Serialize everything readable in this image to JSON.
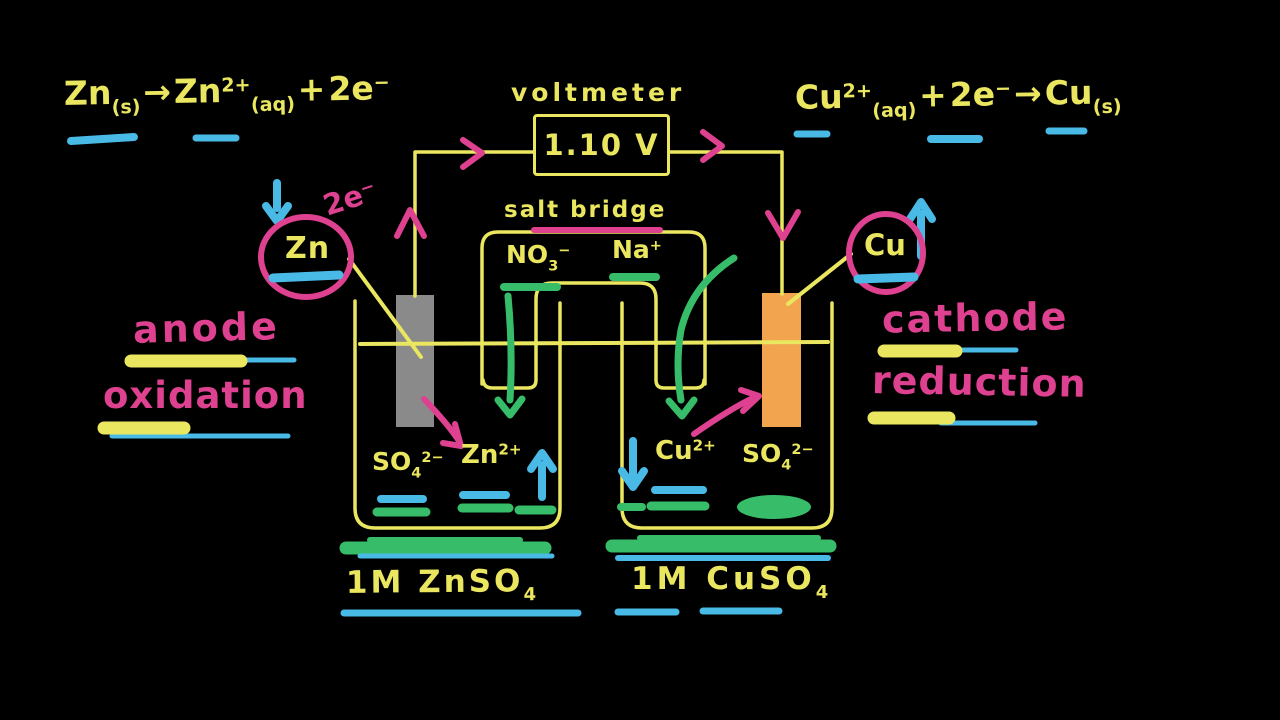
{
  "colors": {
    "background": "#000000",
    "yellow": "#eae65f",
    "pink": "#de4190",
    "blue": "#49b9e6",
    "green": "#37bd69",
    "gray_electrode": "#8a8a8a",
    "orange_electrode": "#f2a44e"
  },
  "oxidation_half_reaction": {
    "reactant": "Zn",
    "reactant_state": "(s)",
    "arrow": "→",
    "product": "Zn",
    "product_charge": "2+",
    "product_state": "(aq)",
    "plus": "+",
    "electrons": "2e",
    "electrons_charge": "−"
  },
  "reduction_half_reaction": {
    "reactant": "Cu",
    "reactant_charge": "2+",
    "reactant_state": "(aq)",
    "plus": "+",
    "electrons": "2e",
    "electrons_charge": "−",
    "arrow": "→",
    "product": "Cu",
    "product_state": "(s)"
  },
  "voltmeter": {
    "label": "voltmeter",
    "reading": "1.10 V"
  },
  "electron_transfer": {
    "label": "2e",
    "charge": "−"
  },
  "salt_bridge": {
    "label": "salt bridge",
    "anion": {
      "symbol": "NO",
      "subscript": "3",
      "charge": "−"
    },
    "cation": {
      "symbol": "Na",
      "charge": "+"
    }
  },
  "left_half_cell": {
    "electrode_metal": "Zn",
    "role": "anode",
    "process": "oxidation",
    "ions": [
      {
        "symbol": "SO",
        "subscript": "4",
        "charge": "2−"
      },
      {
        "symbol": "Zn",
        "charge": "2+"
      }
    ],
    "solution": {
      "name": "1M ZnSO",
      "subscript": "4"
    }
  },
  "right_half_cell": {
    "electrode_metal": "Cu",
    "role": "cathode",
    "process": "reduction",
    "ions": [
      {
        "symbol": "Cu",
        "charge": "2+"
      },
      {
        "symbol": "SO",
        "subscript": "4",
        "charge": "2−"
      }
    ],
    "solution": {
      "name": "1M CuSO",
      "subscript": "4"
    }
  }
}
